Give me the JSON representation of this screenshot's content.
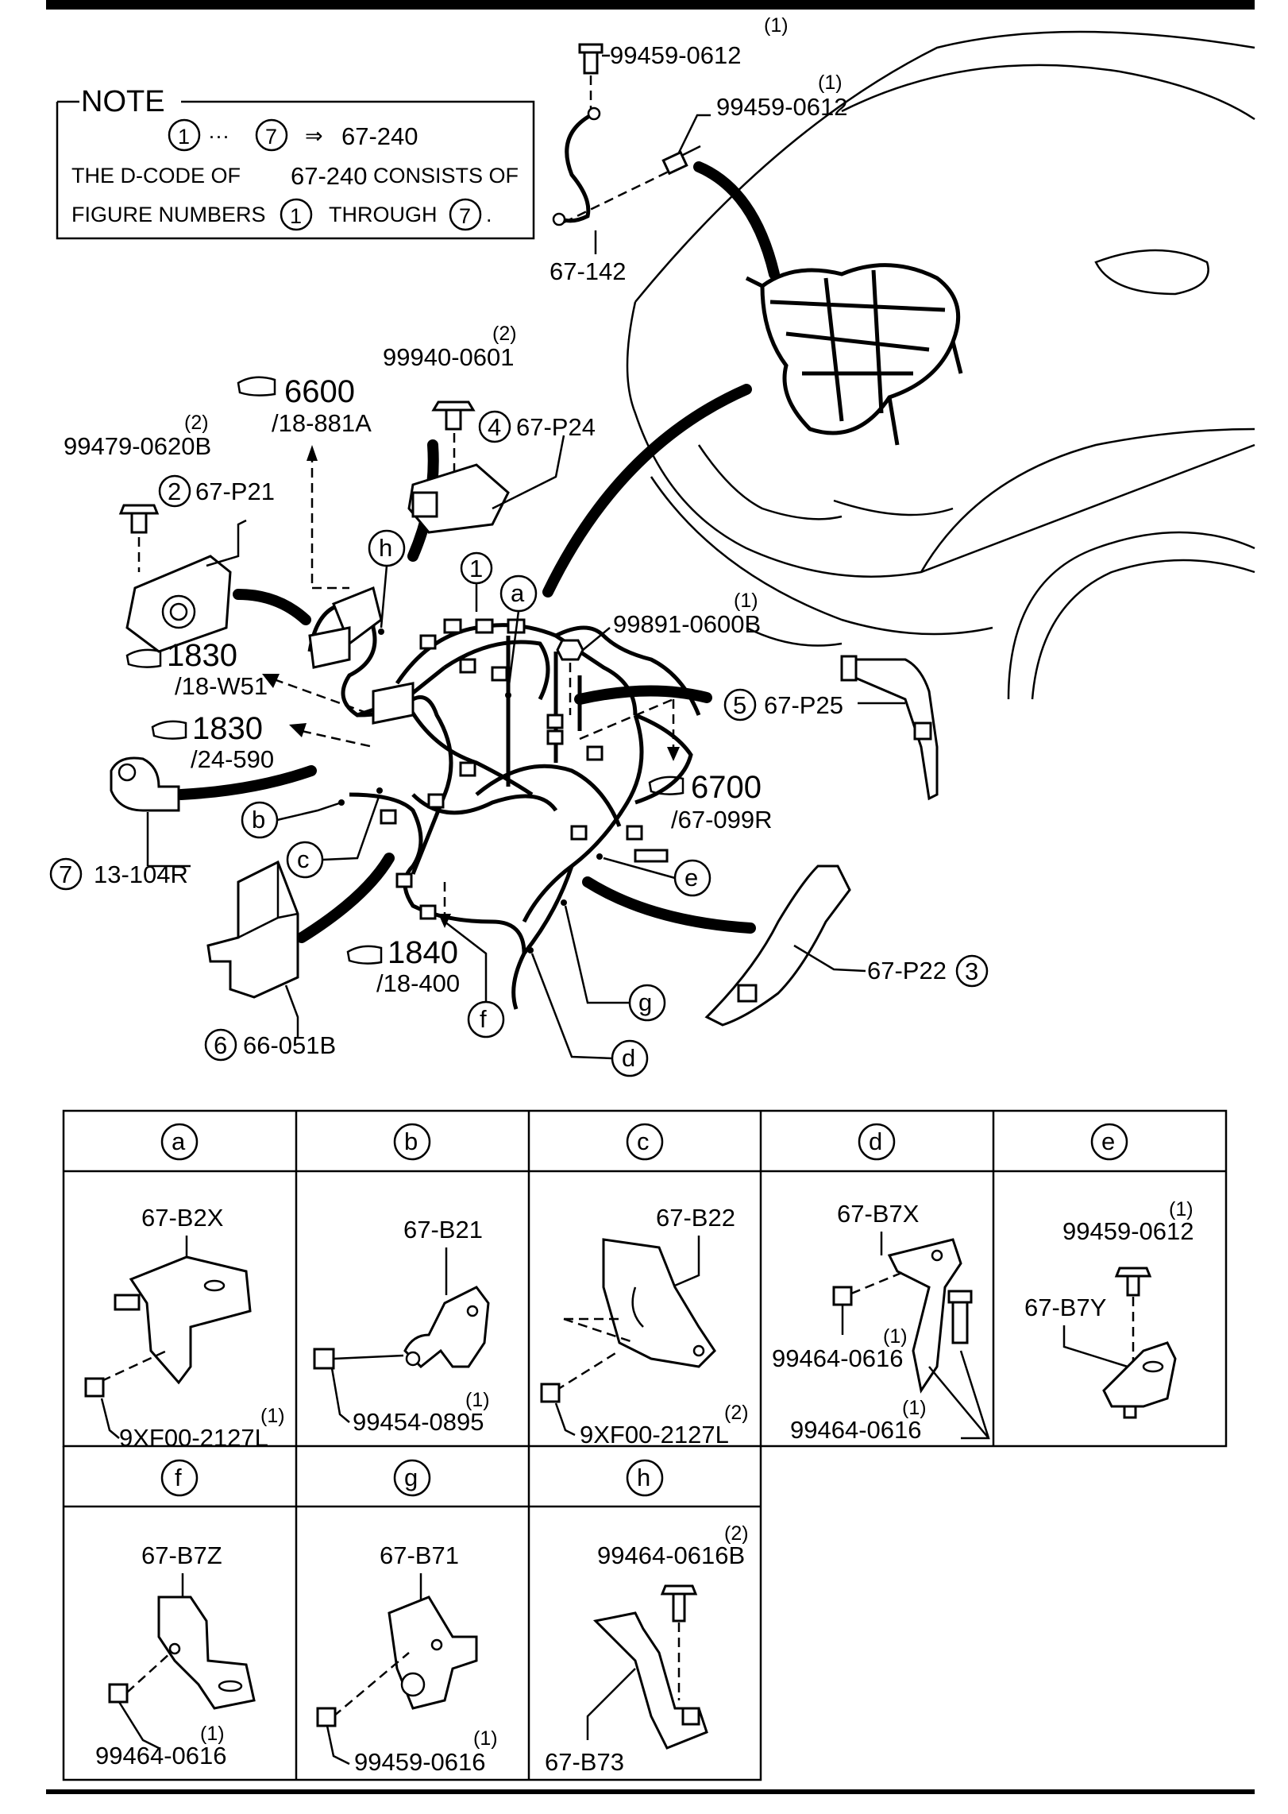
{
  "note": {
    "title": "NOTE",
    "range_from": "1",
    "range_ellipsis": "···",
    "range_to": "7",
    "arrow": "⇒",
    "range_target": "67-240",
    "line2_prefix": "THE D-CODE OF",
    "line2_code": "67-240",
    "line2_suffix": "CONSISTS OF",
    "line3_prefix": "FIGURE NUMBERS",
    "line3_from": "1",
    "line3_mid": "THROUGH",
    "line3_to": "7",
    "line3_end": "."
  },
  "callouts": {
    "bolt_top_qty": "(1)",
    "bolt_top": "99459-0612",
    "bolt_top2_qty": "(1)",
    "bolt_top2": "99459-0612",
    "ground_strap": "67-142",
    "nut_p24_qty": "(2)",
    "nut_p24": "99940-0601",
    "p24_num": "4",
    "p24": "67-P24",
    "ref_6600": "6600",
    "ref_6600_sub": "/18-881A",
    "bolt_p21_qty": "(2)",
    "bolt_p21": "99479-0620B",
    "p21_num": "2",
    "p21": "67-P21",
    "main_num": "1",
    "nut_a_qty": "(1)",
    "nut_a": "99891-0600B",
    "ref_1830a": "1830",
    "ref_1830a_sub": "/18-W51",
    "ref_1830b": "1830",
    "ref_1830b_sub": "/24-590",
    "p25_num": "5",
    "p25": "67-P25",
    "ref_6700": "6700",
    "ref_6700_sub": "/67-099R",
    "p7_num": "7",
    "p7": "13-104R",
    "ref_1840": "1840",
    "ref_1840_sub": "/18-400",
    "p22": "67-P22",
    "p22_num": "3",
    "p6_num": "6",
    "p6": "66-051B",
    "letters": [
      "a",
      "b",
      "c",
      "d",
      "e",
      "f",
      "g",
      "h"
    ]
  },
  "table": {
    "row1": [
      {
        "letter": "a",
        "part": "67-B2X",
        "bolt": "9XF00-2127L",
        "qty": "(1)"
      },
      {
        "letter": "b",
        "part": "67-B21",
        "bolt": "99454-0895",
        "qty": "(1)"
      },
      {
        "letter": "c",
        "part": "67-B22",
        "bolt": "9XF00-2127L",
        "qty": "(2)"
      },
      {
        "letter": "d",
        "part": "67-B7X",
        "bolt": "99464-0616",
        "qty": "(1)",
        "bolt2": "99464-0616",
        "qty2": "(1)"
      },
      {
        "letter": "e",
        "part": "67-B7Y",
        "bolt": "99459-0612",
        "qty": "(1)"
      }
    ],
    "row2": [
      {
        "letter": "f",
        "part": "67-B7Z",
        "bolt": "99464-0616",
        "qty": "(1)"
      },
      {
        "letter": "g",
        "part": "67-B71",
        "bolt": "99459-0616",
        "qty": "(1)"
      },
      {
        "letter": "h",
        "part": "67-B73",
        "bolt": "99464-0616B",
        "qty": "(2)"
      }
    ]
  }
}
